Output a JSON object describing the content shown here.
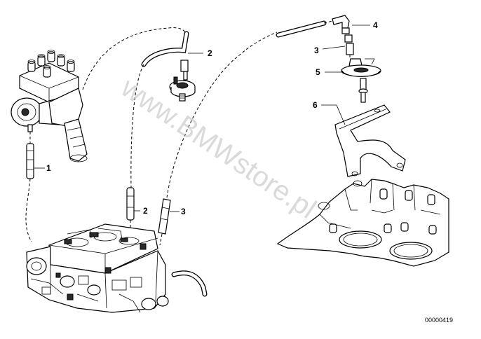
{
  "diagram": {
    "callouts": [
      "1",
      "2",
      "2",
      "3",
      "3",
      "4",
      "5",
      "6"
    ],
    "part_number": "00000419",
    "watermark": "www.BMWstore.pl"
  },
  "colors": {
    "line": "#000000",
    "background": "#ffffff",
    "watermark": "#bdbdbd"
  }
}
